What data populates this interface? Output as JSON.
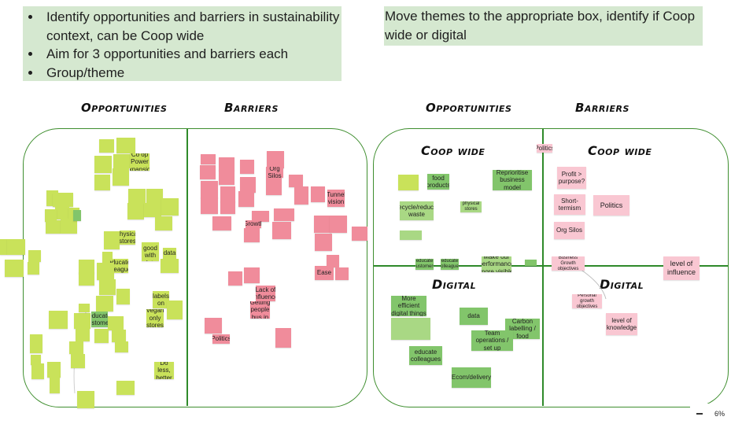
{
  "instructions": {
    "bullets": [
      "Identify opportunities and barriers in sustainability context, can be Coop wide",
      "Aim for 3 opportunities and barriers each",
      "Group/theme"
    ]
  },
  "task_note": "Move themes to the appropriate box, identify if Coop wide or digital",
  "left_board": {
    "opportunities": "Opportunities",
    "barriers": "Barriers"
  },
  "right_board": {
    "opportunities": "Opportunities",
    "barriers": "Barriers",
    "coop_wide_left": "Coop wide",
    "coop_wide_right": "Coop wide",
    "digital_left": "Digital",
    "digital_right": "Digital"
  },
  "left_stickies": {
    "co_op_power": "Co op Power expansion",
    "physical_stores": "physical stores",
    "good_data": "Do good with data",
    "data": "data",
    "educate_colleagues": "educate colleagues",
    "educate_customers": "educate customers",
    "carbon_labels": "Carbon labels on food",
    "vegan_stores": "Vegan only stores",
    "do_less": "Do less, better",
    "tunnel_vision": "Tunnel vision",
    "ease": "Ease",
    "growth": "Growth",
    "lack_influence": "Lack of influence",
    "getting_people": "Getting people bus in",
    "org_silos": "Org Silos",
    "politics": "Politics"
  },
  "right_stickies": {
    "politics_top": "Politics",
    "food_products": "food products",
    "reprioritise": "Reprioritise business model",
    "recycle": "recycle/reduce waste",
    "physical_stores": "physical stores",
    "educate_customers": "educate customers",
    "educate_colleagues": "educate colleagues",
    "performance": "Make our performance more visible",
    "profit": "Profit > purpose?",
    "short_termism": "Short-termism",
    "politics": "Politics",
    "org_silos": "Org Silos",
    "business_growth": "Business Growth objectives",
    "level_influence": "level of influence",
    "efficient": "More efficient digital things",
    "data": "data",
    "carbon": "Carbon labelling / food",
    "team_ops": "Team operations / set up",
    "educate_colleagues_d": "educate colleagues",
    "ecom": "Ecom/delivery",
    "personal_growth": "Personal growth objectives",
    "level_knowledge": "level of knowledge"
  },
  "zoom": {
    "level": "6%"
  }
}
